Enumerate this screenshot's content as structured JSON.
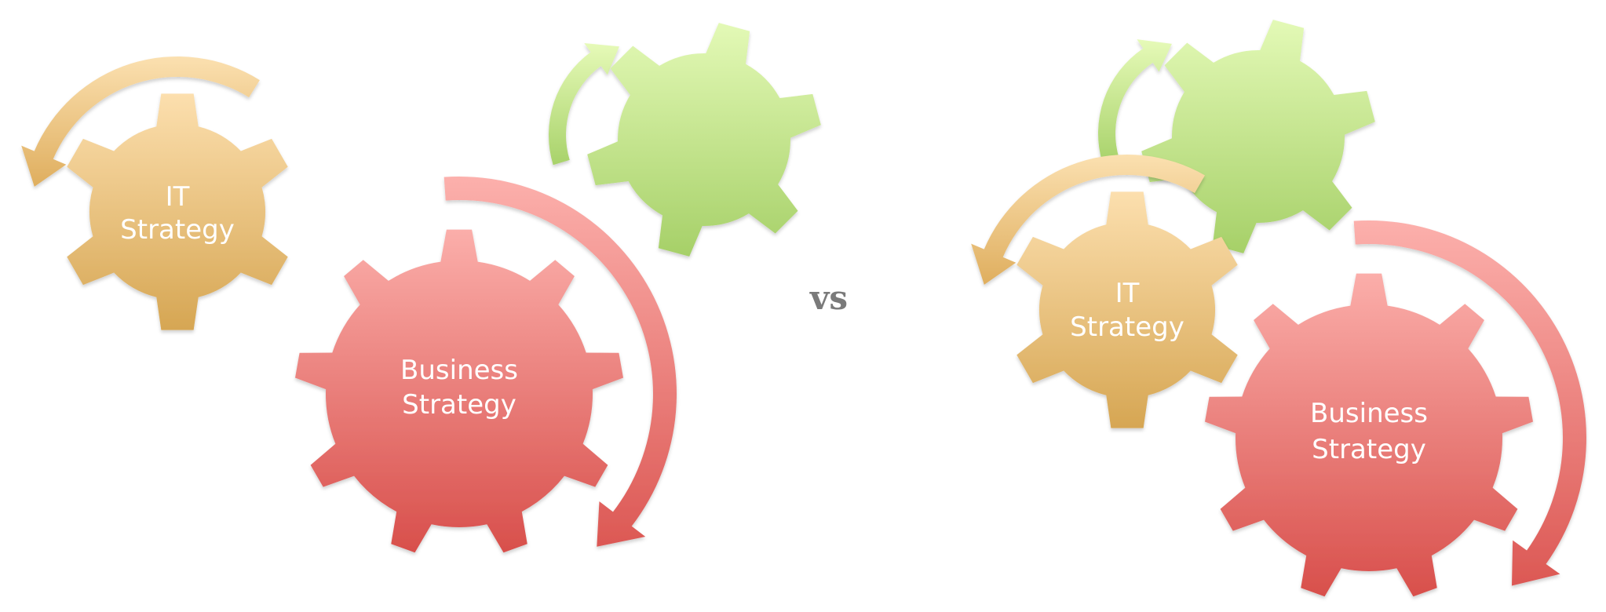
{
  "diagram": {
    "left_panel": {
      "it_gear": {
        "line1": "IT",
        "line2": "Strategy"
      },
      "business_gear": {
        "line1": "Business",
        "line2": "Strategy"
      }
    },
    "separator": "vs",
    "right_panel": {
      "it_gear": {
        "line1": "IT",
        "line2": "Strategy"
      },
      "business_gear": {
        "line1": "Business",
        "line2": "Strategy"
      }
    },
    "colors": {
      "it_gear_top": "#fcdcaa",
      "it_gear_bottom": "#d9aa55",
      "business_gear_top": "#f9a8a4",
      "business_gear_bottom": "#d9524e",
      "green_gear_top": "#e0f7b0",
      "green_gear_bottom": "#a9d36a",
      "vs_text": "#7a7a7a"
    }
  }
}
